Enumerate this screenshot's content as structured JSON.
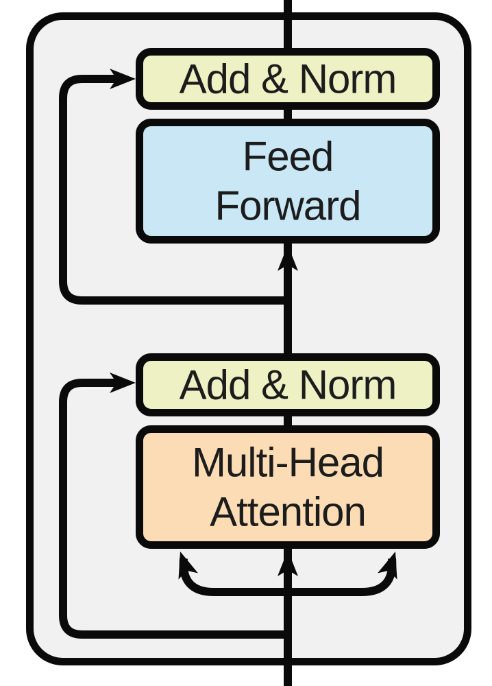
{
  "diagram": {
    "boxes": {
      "add_norm_top": {
        "label": "Add & Norm",
        "fill": "#edf1c3"
      },
      "feed_forward": {
        "line1": "Feed",
        "line2": "Forward",
        "fill": "#c9e7f5"
      },
      "add_norm_bottom": {
        "label": "Add & Norm",
        "fill": "#edf1c3"
      },
      "multi_head_attention": {
        "line1": "Multi-Head",
        "line2": "Attention",
        "fill": "#fbdcb4"
      }
    },
    "colors": {
      "page_background": "#ffffff",
      "container_fill": "#f1f1f2",
      "line": "#0a0a0a",
      "text": "#1c1c1c"
    }
  }
}
